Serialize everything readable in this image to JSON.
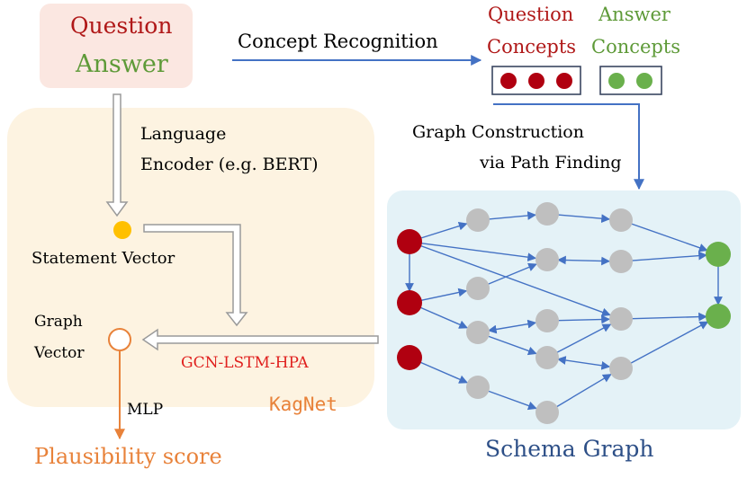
{
  "diagram": {
    "input_box": {
      "question": "Question",
      "answer": "Answer"
    },
    "concept_recognition": "Concept Recognition",
    "question_concepts": {
      "line1": "Question",
      "line2": "Concepts"
    },
    "answer_concepts": {
      "line1": "Answer",
      "line2": "Concepts"
    },
    "language_encoder": {
      "line1": "Language",
      "line2": "Encoder (e.g. BERT)"
    },
    "graph_construction": {
      "line1": "Graph Construction",
      "line2": "via Path Finding"
    },
    "statement_vector": "Statement Vector",
    "graph_vector": {
      "line1": "Graph",
      "line2": "Vector"
    },
    "gcn_label": "GCN-LSTM-HPA",
    "kagnet_label": "KagNet",
    "mlp_label": "MLP",
    "plausibility_label": "Plausibility score",
    "schema_graph_label": "Schema Graph"
  },
  "colors": {
    "question_red": "#b01818",
    "answer_green": "#5e9a38",
    "orange": "#e8823a",
    "blue_title": "#2d4f87",
    "edge_blue": "#4472c4",
    "node_gray": "#bfbfbf",
    "node_red": "#b00010",
    "node_green": "#6ab04c",
    "statement_yellow": "#ffc000",
    "gcn_red": "#e0201e"
  }
}
